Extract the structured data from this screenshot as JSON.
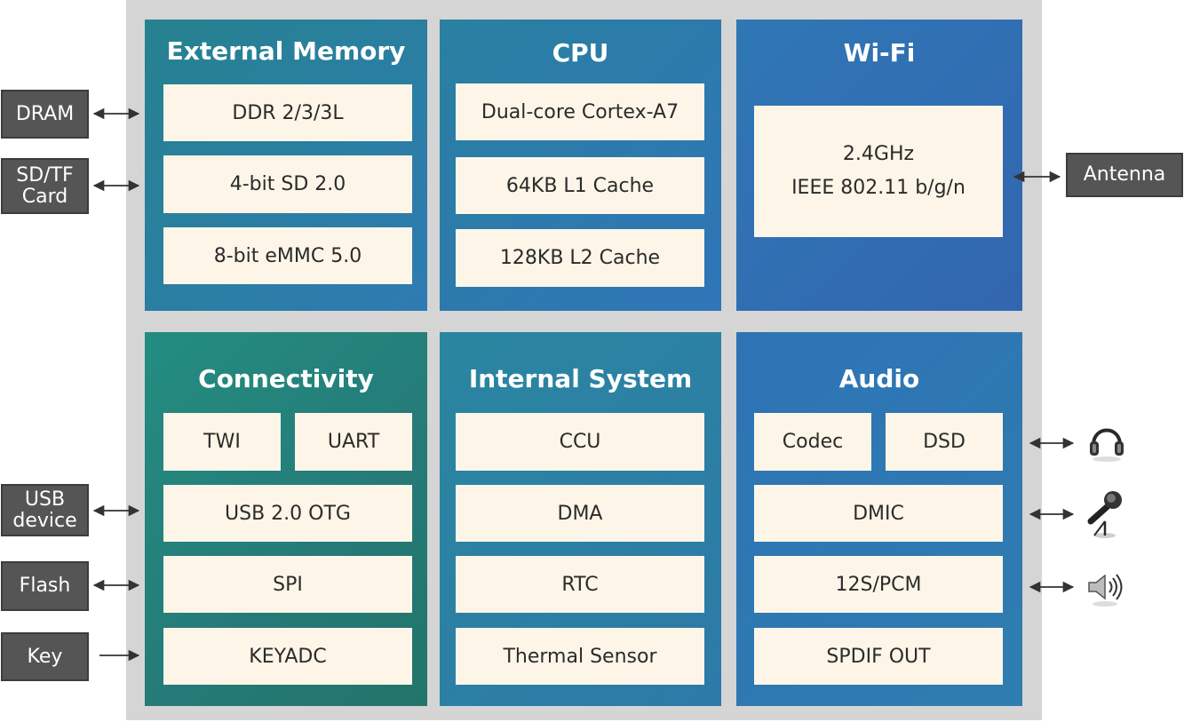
{
  "colors": {
    "frame": "#d5d5d5",
    "box": "#fdf6e8",
    "external": "#555555",
    "panel_teal": "#1f8a7a",
    "panel_blue": "#2f6fb5"
  },
  "panels": {
    "external_memory": {
      "title": "External Memory",
      "items": [
        "DDR 2/3/3L",
        "4-bit SD 2.0",
        "8-bit eMMC 5.0"
      ]
    },
    "cpu": {
      "title": "CPU",
      "items": [
        "Dual-core Cortex-A7",
        "64KB L1 Cache",
        "128KB L2 Cache"
      ]
    },
    "wifi": {
      "title": "Wi-Fi",
      "lines": [
        "2.4GHz",
        "IEEE 802.11 b/g/n"
      ]
    },
    "connectivity": {
      "title": "Connectivity",
      "items": [
        "TWI",
        "UART",
        "USB 2.0 OTG",
        "SPI",
        "KEYADC"
      ]
    },
    "internal_system": {
      "title": "Internal System",
      "items": [
        "CCU",
        "DMA",
        "RTC",
        "Thermal Sensor"
      ]
    },
    "audio": {
      "title": "Audio",
      "items": [
        "Codec",
        "DSD",
        "DMIC",
        "12S/PCM",
        "SPDIF OUT"
      ]
    }
  },
  "externals": {
    "dram": "DRAM",
    "sdtf_line1": "SD/TF",
    "sdtf_line2": "Card",
    "usb_line1": "USB",
    "usb_line2": "device",
    "flash": "Flash",
    "key": "Key",
    "antenna": "Antenna"
  },
  "icons": [
    "headphones-icon",
    "microphone-icon",
    "speaker-icon"
  ]
}
